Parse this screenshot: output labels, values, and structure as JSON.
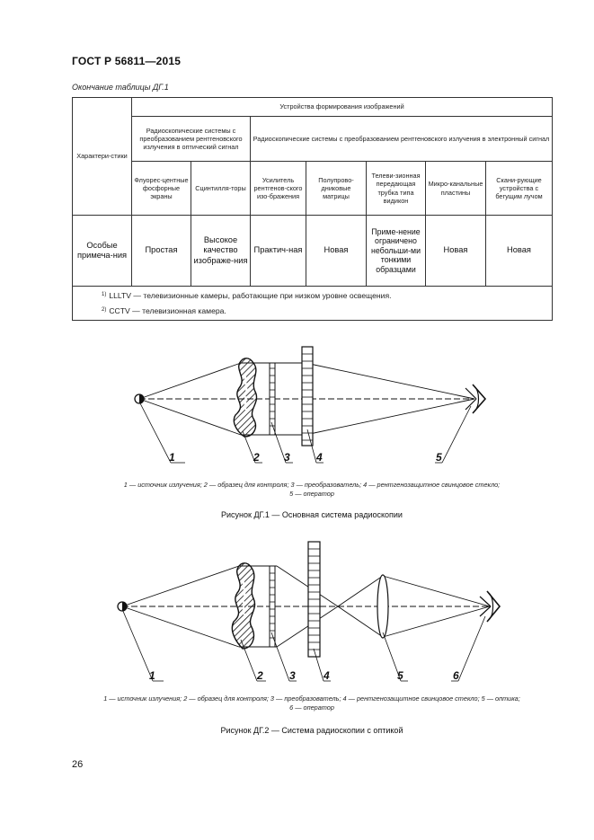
{
  "header": {
    "title": "ГОСТ Р 56811—2015"
  },
  "table": {
    "caption": "Окончание таблицы ДГ.1",
    "col_characteristic": "Характери-стики",
    "group_header": "Устройства формирования изображений",
    "group_optical": "Радиоскопические системы с преобразованием рентгеновского излучения в оптический сигнал",
    "group_electronic": "Радиоскопические системы с преобразованием рентгеновского излучения в электронный сигнал",
    "columns": [
      "Флуорес-центные фосфорные экраны",
      "Сцинтилля-торы",
      "Усилитель рентгенов-ского изо-бражения",
      "Полупрово-дниковые матрицы",
      "Телеви-зионная передающая трубка типа видикон",
      "Микро-канальные пластины",
      "Скани-рующие устройства с бегущим лучом"
    ],
    "row": {
      "label": "Особые примеча-ния",
      "cells": [
        "Простая",
        "Высокое качество изображе-ния",
        "Практич-ная",
        "Новая",
        "Приме-нение ограничено небольши-ми тонкими образцами",
        "Новая",
        "Новая"
      ]
    },
    "notes": [
      {
        "mark": "1)",
        "text": "LLLTV — телевизионные камеры, работающие при низком уровне освещения."
      },
      {
        "mark": "2)",
        "text": "CCTV — телевизионная камера."
      }
    ]
  },
  "figure1": {
    "labels": [
      "1",
      "2",
      "3",
      "4",
      "5"
    ],
    "legend_line1": "1 — источник излучения; 2 — образец для контроля; 3 — преобразователь; 4 — рентгенозащитное свинцовое стекло;",
    "legend_line2": "5 — оператор",
    "caption": "Рисунок ДГ.1 — Основная система радиоскопии"
  },
  "figure2": {
    "labels": [
      "1",
      "2",
      "3",
      "4",
      "5",
      "6"
    ],
    "legend_line1": "1 — источник излучения; 2 — образец для контроля; 3 — преобразователь; 4 — рентгенозащитное свинцовое стекло; 5 — оптика;",
    "legend_line2": "6 — оператор",
    "caption": "Рисунок ДГ.2 — Система радиоскопии с оптикой"
  },
  "page_number": "26"
}
